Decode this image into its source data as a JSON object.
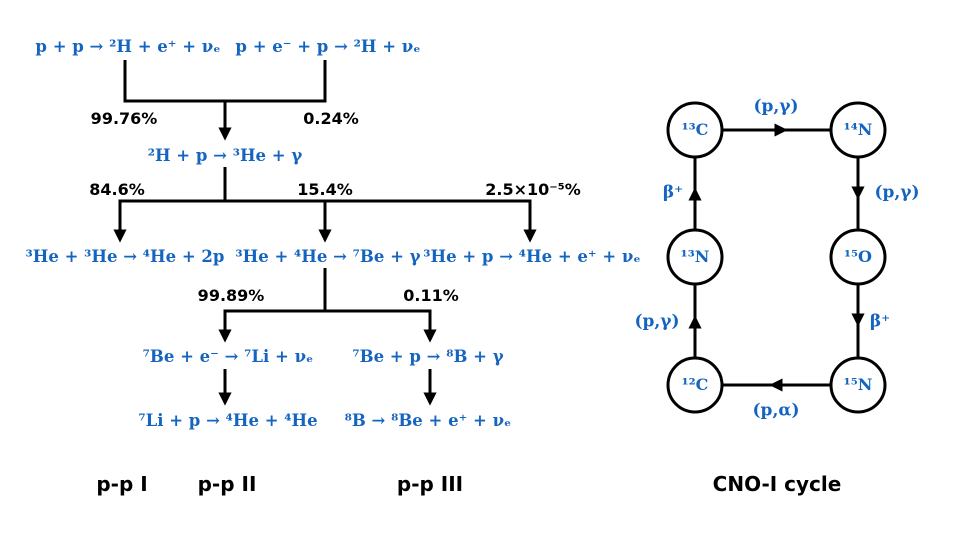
{
  "colors": {
    "accent_blue": "#1565c0",
    "line_black": "#000000",
    "background": "#ffffff"
  },
  "pp_chain": {
    "reactions": {
      "pp": "p + p → ²H + e⁺ + νₑ",
      "pep": "p + e⁻ + p → ²H + νₑ",
      "deuterium_p": "²H + p → ³He + γ",
      "he3_he3": "³He + ³He → ⁴He + 2p",
      "he3_he4": "³He + ⁴He → ⁷Be + γ",
      "he3_p": "³He + p → ⁴He + e⁺ + νₑ",
      "be7_e": "⁷Be + e⁻ → ⁷Li + νₑ",
      "be7_p": "⁷Be + p → ⁸B + γ",
      "li7_p": "⁷Li + p → ⁴He + ⁴He",
      "b8_decay": "⁸B → ⁸Be + e⁺ + νₑ"
    },
    "percentages": {
      "pp_branch": "99.76%",
      "pep_branch": "0.24%",
      "ppI_branch": "84.6%",
      "ppII_III_branch": "15.4%",
      "hep_branch": "2.5×10⁻⁵%",
      "be7_e_branch": "99.89%",
      "be7_p_branch": "0.11%"
    },
    "branch_labels": {
      "pp1": "p-p I",
      "pp2": "p-p II",
      "pp3": "p-p III"
    }
  },
  "cno_cycle": {
    "title": "CNO-I cycle",
    "nodes": {
      "c13": "¹³C",
      "n14": "¹⁴N",
      "o15": "¹⁵O",
      "n15": "¹⁵N",
      "c12": "¹²C",
      "n13": "¹³N"
    },
    "edge_labels": {
      "c13_n14": "(p,γ)",
      "n14_o15": "(p,γ)",
      "o15_n15": "β⁺",
      "n15_c12": "(p,α)",
      "c12_n13": "(p,γ)",
      "n13_c13": "β⁺"
    }
  }
}
